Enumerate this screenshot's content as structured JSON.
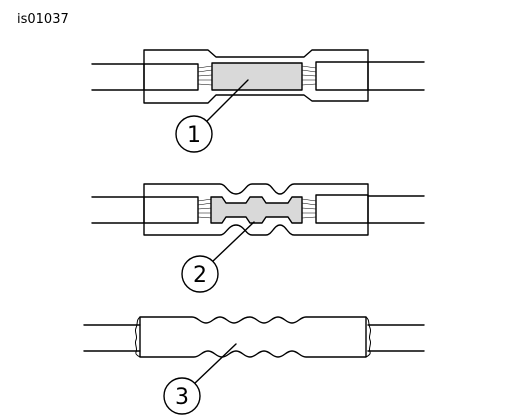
{
  "figure_id": "is01037",
  "callouts": [
    {
      "label": "1"
    },
    {
      "label": "2"
    },
    {
      "label": "3"
    }
  ],
  "colors": {
    "line": "#000000",
    "crimp_fill": "#d9d9d9",
    "background": "#ffffff"
  }
}
